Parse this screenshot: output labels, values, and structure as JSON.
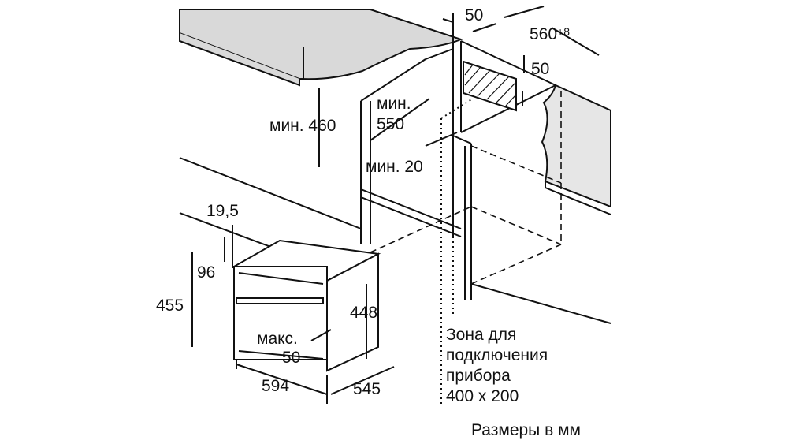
{
  "dimensions": {
    "top_gap": "50",
    "niche_width": "560",
    "niche_width_tolerance": "+8",
    "cutout_height": "50",
    "min_460": "мин. 460",
    "min_550_line1": "мин.",
    "min_550_line2": "550",
    "min_20": "мин. 20",
    "d_19_5": "19,5",
    "d_96": "96",
    "d_455": "455",
    "d_448": "448",
    "max_50_line1": "макс.",
    "max_50_line2": "50",
    "d_594": "594",
    "d_545": "545"
  },
  "connection_zone": {
    "lines": [
      "Зона для",
      "подключения",
      "прибора",
      "400 x 200"
    ]
  },
  "units_note": "Размеры в мм",
  "colors": {
    "countertop": "#d9d9d9",
    "line": "#111111"
  }
}
